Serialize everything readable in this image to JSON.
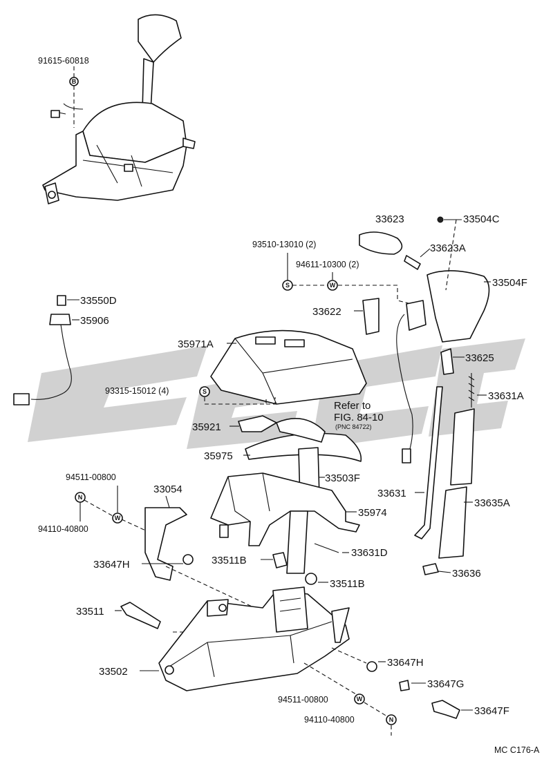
{
  "symbols": {
    "b": "B",
    "s": "S",
    "w": "W",
    "n": "N"
  },
  "labels": {
    "p91615": "91615-60818",
    "p33550d": "33550D",
    "p35906": "35906",
    "p33623": "33623",
    "p33504c": "33504C",
    "p33623a": "33623A",
    "p33504f": "33504F",
    "p93510": "93510-13010 (2)",
    "p94611": "94611-10300 (2)",
    "p33622": "33622",
    "p35971a": "35971A",
    "p93315": "93315-15012 (4)",
    "refer_to": "Refer to",
    "fig_ref": "FIG. 84-10",
    "pnc": "(PNC 84722)",
    "p35921": "35921",
    "p35975": "35975",
    "p33503f": "33503F",
    "p35974": "35974",
    "p33625": "33625",
    "p33631a": "33631A",
    "p33631": "33631",
    "p33635a": "33635A",
    "p33636": "33636",
    "p94511_top": "94511-00800",
    "p94110_top": "94110-40800",
    "p33054": "33054",
    "p33647h": "33647H",
    "p33511b": "33511B",
    "p33631d": "33631D",
    "p33511": "33511",
    "p33502": "33502",
    "p33647g": "33647G",
    "p33647f": "33647F",
    "p94511_bottom": "94511-00800",
    "p94110_bottom": "94110-40800",
    "figure_code": "MC C176-A"
  }
}
